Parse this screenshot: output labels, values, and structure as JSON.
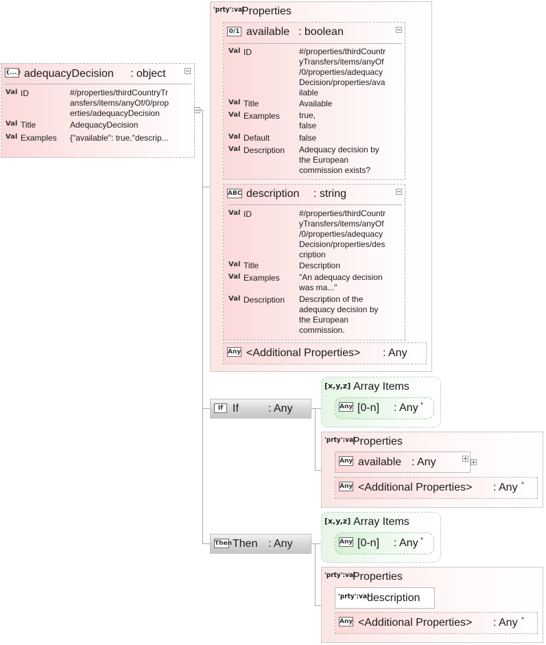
{
  "root": {
    "icon": "{...}",
    "name": "adequacyDecision",
    "type": ": object",
    "rows": [
      {
        "label": "ID",
        "value": "#/properties/thirdCountryTr\nansfers/items/anyOf/0/prop\nerties/adequacyDecision"
      },
      {
        "label": "Title",
        "value": "AdequacyDecision"
      },
      {
        "label": "Examples",
        "value": "{\"available\": true,\"descrip..."
      }
    ]
  },
  "val_badge": "Val",
  "properties_icon": "'prty':val",
  "array_icon": "[x,y,z]",
  "any_icon": "Any",
  "properties_title": "Properties",
  "available": {
    "icon": "0/1",
    "name": "available",
    "type": ": boolean",
    "rows": [
      {
        "label": "ID",
        "value": "#/properties/thirdCountr\nyTransfers/items/anyOf\n/0/properties/adequacy\nDecision/properties/ava\nilable"
      },
      {
        "label": "Title",
        "value": "Available"
      },
      {
        "label": "Examples",
        "value": "true,\nfalse"
      },
      {
        "label": "Default",
        "value": "false"
      },
      {
        "label": "Description",
        "value": "Adequacy decision by\nthe European\ncommission exists?"
      }
    ]
  },
  "description": {
    "icon": "ABC",
    "name": "description",
    "type": ": string",
    "rows": [
      {
        "label": "ID",
        "value": "#/properties/thirdCountr\nyTransfers/items/anyOf\n/0/properties/adequacy\nDecision/properties/des\ncription"
      },
      {
        "label": "Title",
        "value": "Description"
      },
      {
        "label": "Examples",
        "value": "\"An adequacy decision\nwas ma...\""
      },
      {
        "label": "Description",
        "value": "Description of the\nadequacy decision by\nthe European\ncommission."
      }
    ]
  },
  "additional": {
    "name": "<Additional Properties>",
    "type": ": Any"
  },
  "if_node": {
    "icon": "If",
    "name": "If",
    "type": ": Any"
  },
  "then_node": {
    "icon": "Then",
    "name": "Then",
    "type": ": Any"
  },
  "array_items_title": "Array Items",
  "array_item": {
    "name": "[0-n]",
    "type": ": Any",
    "star": "*"
  },
  "if_props": {
    "available": {
      "name": "available",
      "type": ": Any"
    },
    "additional": {
      "name": "<Additional Properties>",
      "type": ": Any",
      "star": "*"
    }
  },
  "then_props": {
    "description": {
      "name": "description"
    },
    "additional": {
      "name": "<Additional Properties>",
      "type": ": Any",
      "star": "*"
    }
  }
}
